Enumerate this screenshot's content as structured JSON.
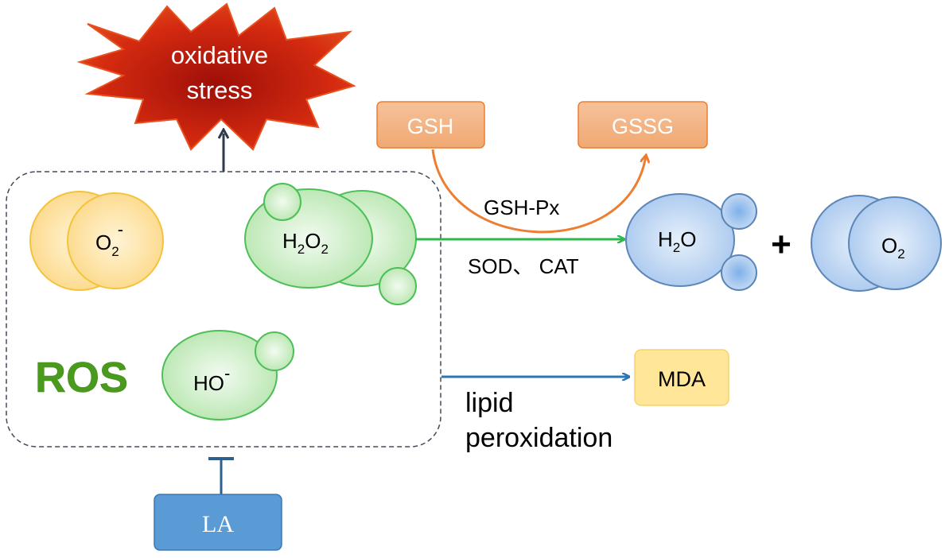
{
  "oxidative_stress": {
    "line1": "oxidative",
    "line2": "stress"
  },
  "ros": {
    "label": "ROS",
    "superoxide": {
      "base": "O",
      "sub": "2",
      "sup": "-"
    },
    "hydrogen_peroxide": {
      "a": "H",
      "sub1": "2",
      "b": "O",
      "sub2": "2"
    },
    "hydroxyl": {
      "base": "HO",
      "sup": "-"
    }
  },
  "gsh": "GSH",
  "gssg": "GSSG",
  "gsh_px": "GSH-Px",
  "sod_cat": "SOD、 CAT",
  "water": {
    "a": "H",
    "sub": "2",
    "b": "O"
  },
  "plus": "+",
  "oxygen": {
    "base": "O",
    "sub": "2"
  },
  "mda": "MDA",
  "lipid_peroxidation": {
    "line1": "lipid",
    "line2": "peroxidation"
  },
  "la": "LA",
  "colors": {
    "stress_red": "#d42a10",
    "ros_green": "#4a9a1e",
    "green_stroke": "#4cbf56",
    "orange_box": "#f2b07e",
    "orange_arrow": "#ed7d31",
    "blue_box": "#5b9bd5",
    "blue_arrow": "#2e75b6",
    "mda_fill": "#ffe699",
    "yellow_stroke": "#f5c33b"
  }
}
